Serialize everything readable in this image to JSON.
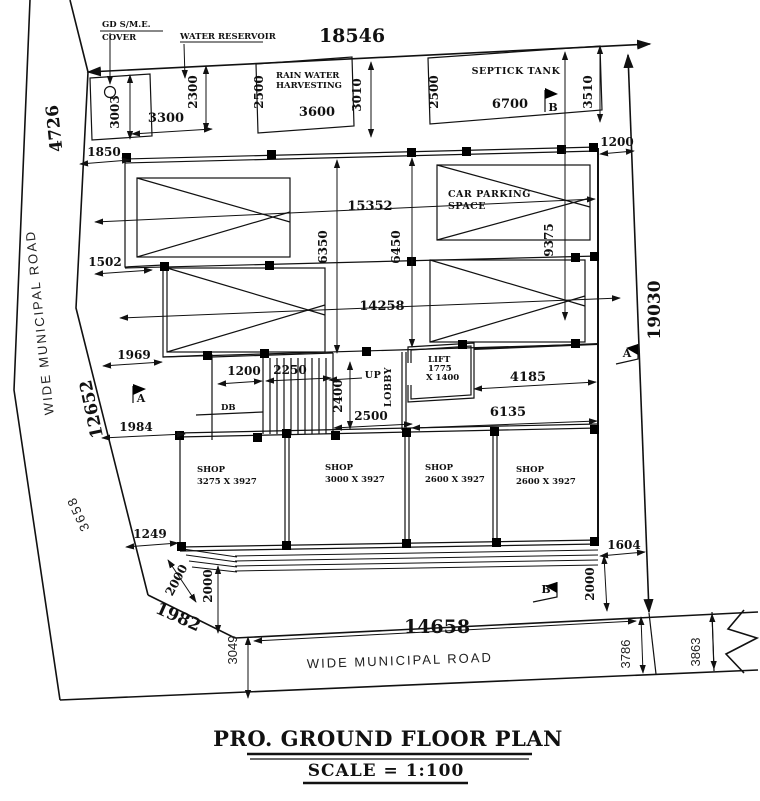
{
  "drawing": {
    "title": "PRO. GROUND FLOOR PLAN",
    "scale_label": "SCALE = 1:100",
    "roads": {
      "left_name": "WIDE MUNICIPAL ROAD",
      "left_width": "3658",
      "bottom_name": "WIDE MUNICIPAL ROAD"
    },
    "labels": {
      "cover_line1": "GD S/M.E.",
      "cover_line2": "COVER",
      "water_reservoir": "WATER RESERVOIR",
      "rain_water_line1": "RAIN WATER",
      "rain_water_line2": "HARVESTING",
      "septic_tank": "SEPTICK TANK",
      "car_parking_line1": "CAR PARKING",
      "car_parking_line2": "SPACE",
      "up": "UP",
      "lobby": "LOBBY",
      "lift_line1": "LIFT",
      "lift_line2": "1775",
      "lift_line3": "X 1400",
      "door_tag": "DB",
      "section_a": "A",
      "section_b": "B",
      "shops": [
        {
          "name": "SHOP",
          "size": "3275 X 3927"
        },
        {
          "name": "SHOP",
          "size": "3000 X 3927"
        },
        {
          "name": "SHOP",
          "size": "2600 X 3927"
        },
        {
          "name": "SHOP",
          "size": "2600 X 3927"
        }
      ]
    },
    "dims": {
      "top_overall": "18546",
      "cover_h": "3003",
      "cover_w": "3300",
      "cover_side": "2300",
      "rwh_h": "2500",
      "rwh_w": "3600",
      "rwh_side": "3010",
      "septic_h": "2500",
      "septic_w": "6700",
      "septic_side": "3510",
      "top_right_gap": "1200",
      "top_left_gap": "1850",
      "road_top_width": "4726",
      "row1_width": "15352",
      "col_left": "6350",
      "col_mid": "6450",
      "col_right": "9375",
      "left_gap2": "1502",
      "row2_width": "14258",
      "left_gap3": "1969",
      "stair_gap": "1200",
      "stair_width": "2250",
      "stair_depth": "2400",
      "stair_clear": "2500",
      "lift_gap": "4185",
      "lobby_width": "6135",
      "left_gap4": "1984",
      "road_left_length": "12652",
      "shop_gap": "1249",
      "corner_step1": "2000",
      "corner_step2": "2000",
      "corner_cut": "1982",
      "road_seg1": "3049",
      "bottom_overall": "14658",
      "shop_right_gap": "1604",
      "shop_right_drop": "2000",
      "road_seg2": "3786",
      "road_seg3": "3863",
      "right_overall": "19030"
    }
  }
}
